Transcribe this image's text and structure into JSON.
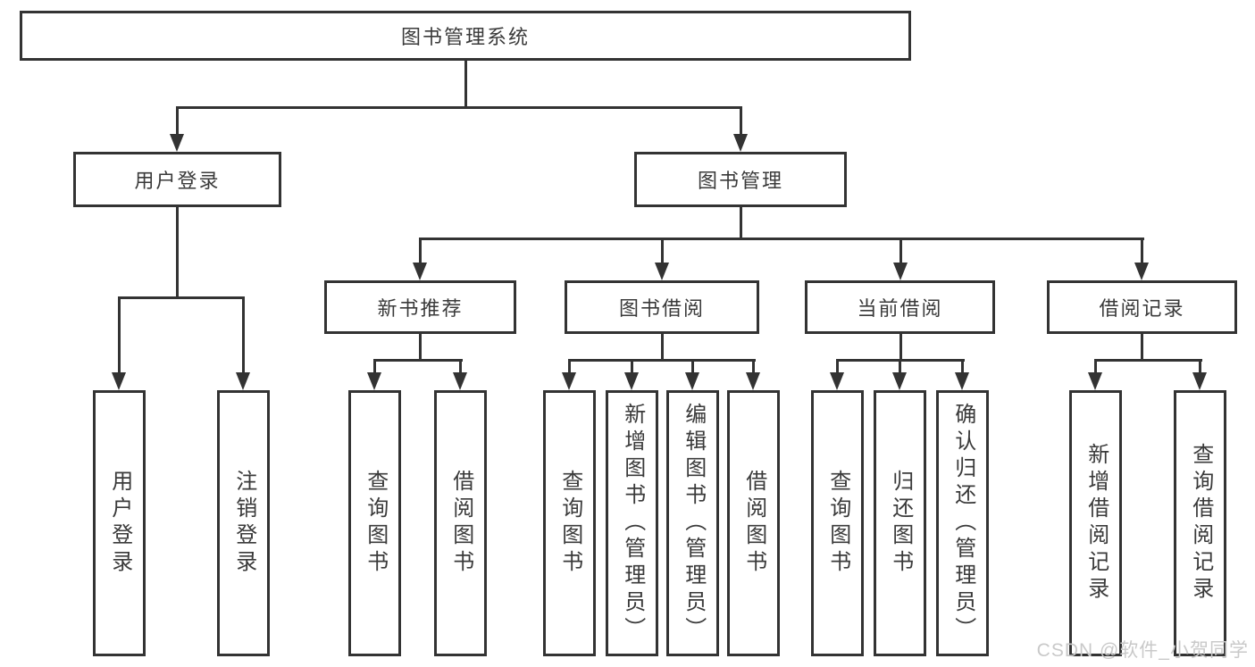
{
  "colors": {
    "line": "#333333",
    "text": "#3a3a3a",
    "box_background": "#ffffff",
    "watermark": "#c9c9c9"
  },
  "tree": {
    "root": {
      "label": "图书管理系统",
      "children": [
        {
          "label": "用户登录",
          "children": [
            {
              "label": "用户登录"
            },
            {
              "label": "注销登录"
            }
          ]
        },
        {
          "label": "图书管理",
          "children": [
            {
              "label": "新书推荐",
              "children": [
                {
                  "label": "查询图书"
                },
                {
                  "label": "借阅图书"
                }
              ]
            },
            {
              "label": "图书借阅",
              "children": [
                {
                  "label": "查询图书"
                },
                {
                  "label": "新增图书（管理员）"
                },
                {
                  "label": "编辑图书（管理员）"
                },
                {
                  "label": "借阅图书"
                }
              ]
            },
            {
              "label": "当前借阅",
              "children": [
                {
                  "label": "查询图书"
                },
                {
                  "label": "归还图书"
                },
                {
                  "label": "确认归还（管理员）"
                }
              ]
            },
            {
              "label": "借阅记录",
              "children": [
                {
                  "label": "新增借阅记录"
                },
                {
                  "label": "查询借阅记录"
                }
              ]
            }
          ]
        }
      ]
    }
  },
  "watermark": {
    "text": "CSDN @软件_小贺同学"
  }
}
